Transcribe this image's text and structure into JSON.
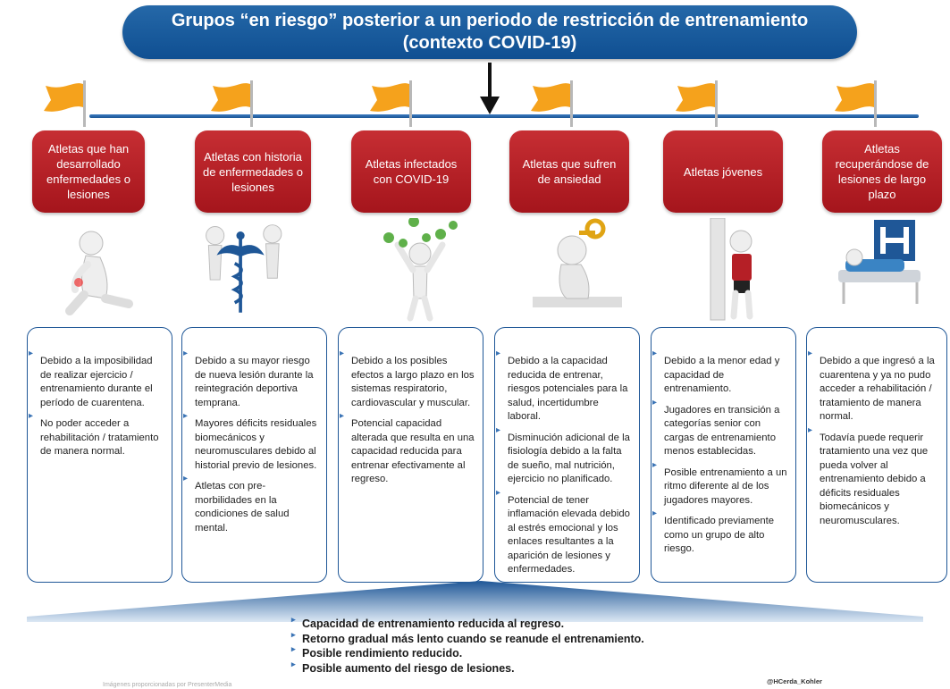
{
  "title": {
    "line1": "Grupos “en riesgo” posterior a un periodo de restricción de entrenamiento",
    "line2": "(contexto COVID-19)"
  },
  "colors": {
    "title_blue": "#1a5fa3",
    "card_red": "#b51f26",
    "flag_orange": "#f5a21c",
    "box_border": "#1f5797"
  },
  "groups": [
    {
      "label": "Atletas que han desarrollado enfermedades o lesiones",
      "icon": "injured-person-icon",
      "points": [
        "Debido a la imposibilidad de realizar ejercicio / entrenamiento durante el período de cuarentena.",
        "No poder acceder a rehabilitación / tratamiento de manera normal."
      ]
    },
    {
      "label": "Atletas con historia de enfermedades o lesiones",
      "icon": "medical-caduceus-icon",
      "points": [
        "Debido a su mayor riesgo de nueva lesión durante la reintegración deportiva temprana.",
        "Mayores déficits residuales biomecánicos y neuromusculares debido al historial previo de lesiones.",
        "Atletas con pre-morbilidades en la condiciones de salud mental."
      ]
    },
    {
      "label": "Atletas infectados con COVID-19",
      "icon": "virus-person-icon",
      "points": [
        "Debido a los posibles efectos a largo plazo en los sistemas respiratorio, cardiovascular y muscular.",
        "Potencial capacidad alterada que resulta en una capacidad reducida para entrenar efectivamente al regreso."
      ]
    },
    {
      "label": "Atletas que sufren de ansiedad",
      "icon": "anxious-person-key-icon",
      "points": [
        "Debido a la capacidad reducida de entrenar, riesgos potenciales para la salud, incertidumbre laboral.",
        "Disminución adicional de la fisiología debido a la falta de sueño, mal nutrición, ejercicio no planificado.",
        "Potencial de tener inflamación elevada debido al estrés emocional y los enlaces resultantes a la aparición de lesiones y enfermedades."
      ]
    },
    {
      "label": "Atletas jóvenes",
      "icon": "young-athlete-height-icon",
      "points": [
        "Debido a la menor edad y capacidad de entrenamiento.",
        "Jugadores en transición a categorías senior con cargas de entrenamiento menos establecidas.",
        "Posible entrenamiento a un ritmo diferente al de los jugadores mayores.",
        "Identificado previamente como un grupo de alto riesgo."
      ]
    },
    {
      "label": "Atletas recuperándose de lesiones de largo plazo",
      "icon": "hospital-bed-icon",
      "points": [
        "Debido a que ingresó a la cuarentena y ya no pudo acceder a rehabilitación / tratamiento de manera normal.",
        "Todavía puede requerir tratamiento una vez que pueda volver al entrenamiento debido a déficits residuales biomecánicos y neuromusculares."
      ]
    }
  ],
  "summary": [
    "Capacidad de entrenamiento reducida al regreso.",
    "Retorno gradual más lento cuando se reanude el entrenamiento.",
    "Posible rendimiento reducido.",
    "Posible aumento del riesgo de lesiones."
  ],
  "credits": {
    "left": "Imágenes proporcionadas por PresenterMedia",
    "right": "@HCerda_Kohler"
  }
}
